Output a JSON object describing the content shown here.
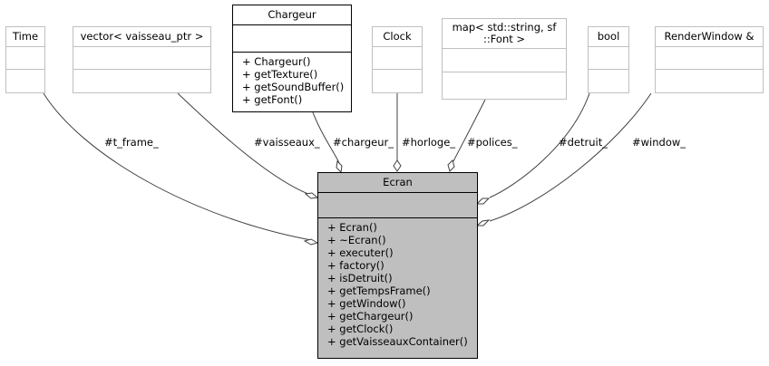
{
  "main_class": {
    "name": "Ecran",
    "methods": [
      "+ Ecran()",
      "+ ~Ecran()",
      "+ executer()",
      "+ factory()",
      "+ isDetruit()",
      "+ getTempsFrame()",
      "+ getWindow()",
      "+ getChargeur()",
      "+ getClock()",
      "+ getVaisseauxContainer()"
    ]
  },
  "classes": {
    "time": {
      "name": "Time"
    },
    "vector": {
      "name": "vector< vaisseau_ptr >"
    },
    "chargeur": {
      "name": "Chargeur",
      "methods": [
        "+ Chargeur()",
        "+ getTexture()",
        "+ getSoundBuffer()",
        "+ getFont()"
      ]
    },
    "clock": {
      "name": "Clock"
    },
    "map": {
      "name_line1": "map< std::string, sf",
      "name_line2": "::Font >"
    },
    "bool": {
      "name": "bool"
    },
    "renderwindow": {
      "name": "RenderWindow &"
    }
  },
  "relations": {
    "frame": "#t_frame_",
    "vaisseaux": "#vaisseaux_",
    "chargeur": "#chargeur_",
    "horloge": "#horloge_",
    "polices": "#polices_",
    "detruit": "#detruit_",
    "window": "#window_"
  }
}
